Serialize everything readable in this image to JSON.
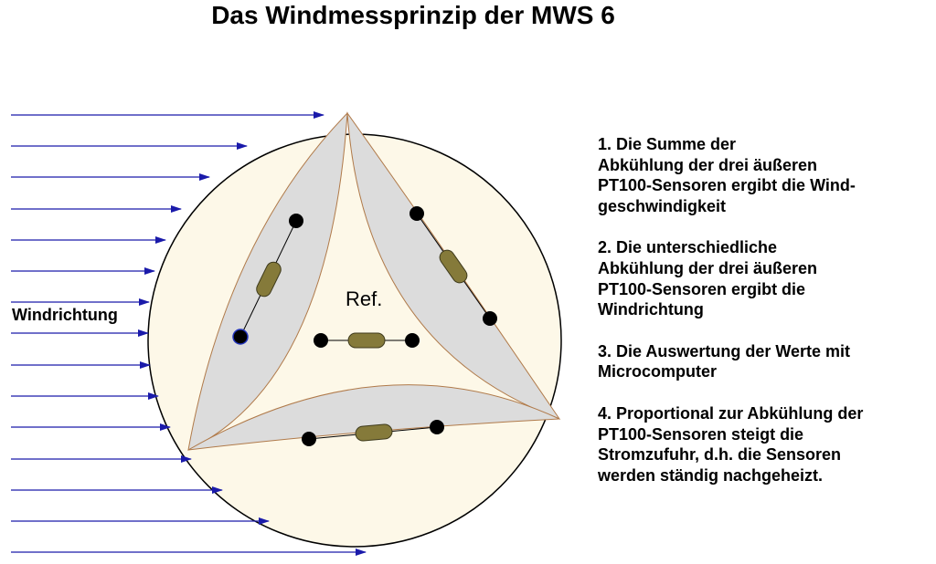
{
  "title": "Das Windmessprinzip der MWS 6",
  "wind_direction_label": "Windrichtung",
  "reference_label": "Ref.",
  "notes": [
    {
      "lines": [
        "1. Die Summe der",
        "Abkühlung der drei äußeren",
        "PT100-Sensoren ergibt die Wind-",
        "geschwindigkeit"
      ]
    },
    {
      "lines": [
        "2. Die unterschiedliche",
        "Abkühlung der drei äußeren",
        "PT100-Sensoren ergibt die",
        "Windrichtung"
      ]
    },
    {
      "lines": [
        "3. Die Auswertung der Werte mit",
        "Microcomputer"
      ]
    },
    {
      "lines": [
        "4. Proportional zur Abkühlung der",
        "PT100-Sensoren steigt die",
        "Stromzufuhr, d.h. die Sensoren",
        "werden ständig nachgeheizt."
      ]
    }
  ],
  "colors": {
    "housing_fill": "#fdf8e8",
    "sensor_lobe_fill": "#dcdcdc",
    "resistor_fill": "#857a3a",
    "arrow_color": "#1a1aaa"
  }
}
